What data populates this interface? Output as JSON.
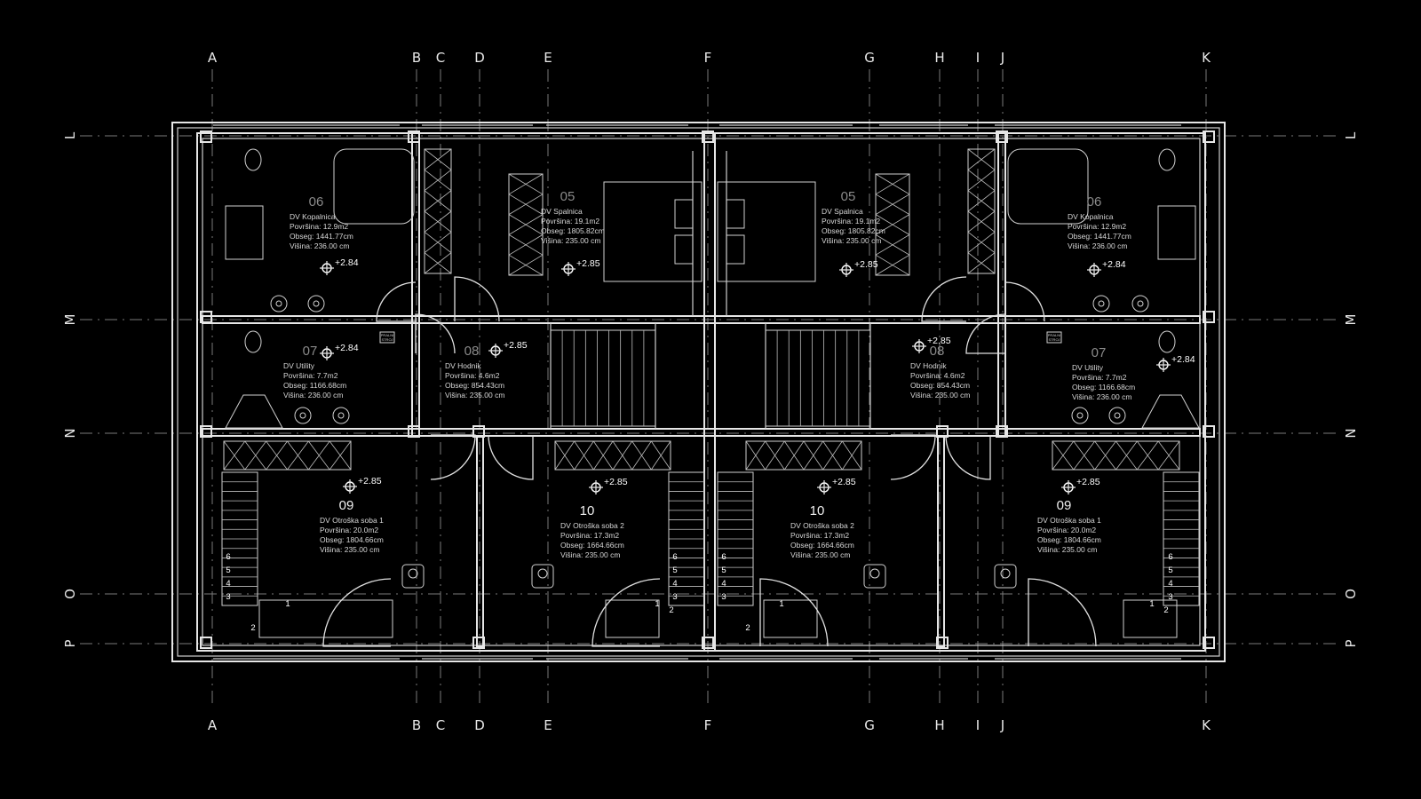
{
  "grid_labels": {
    "columns": [
      "A",
      "B",
      "C",
      "D",
      "E",
      "F",
      "G",
      "H",
      "I",
      "J",
      "K"
    ],
    "rows": [
      "L",
      "M",
      "N",
      "O",
      "P"
    ]
  },
  "rooms": [
    {
      "num": "06",
      "name": "DV Kopalnica",
      "area": "Površina: 12.9m2",
      "perimeter": "Obseg: 1441.77cm",
      "height": "Višina: 236.00 cm",
      "level": "+2.84",
      "dim": true
    },
    {
      "num": "05",
      "name": "DV Spalnica",
      "area": "Površina: 19.1m2",
      "perimeter": "Obseg: 1805.82cm",
      "height": "Višina: 235.00 cm",
      "level": "+2.85",
      "dim": true
    },
    {
      "num": "05",
      "name": "DV Spalnica",
      "area": "Površina: 19.1m2",
      "perimeter": "Obseg: 1805.82cm",
      "height": "Višina: 235.00 cm",
      "level": "+2.85",
      "dim": true
    },
    {
      "num": "06",
      "name": "DV Kopalnica",
      "area": "Površina: 12.9m2",
      "perimeter": "Obseg: 1441.77cm",
      "height": "Višina: 236.00 cm",
      "level": "+2.84",
      "dim": true
    },
    {
      "num": "07",
      "name": "DV Utility",
      "area": "Površina: 7.7m2",
      "perimeter": "Obseg: 1166.68cm",
      "height": "Višina: 236.00 cm",
      "level": "+2.84",
      "dim": true
    },
    {
      "num": "08",
      "name": "DV Hodnik",
      "area": "Površina: 4.6m2",
      "perimeter": "Obseg: 854.43cm",
      "height": "Višina: 235.00 cm",
      "level": "+2.85",
      "dim": true
    },
    {
      "num": "08",
      "name": "DV Hodnik",
      "area": "Površina: 4.6m2",
      "perimeter": "Obseg: 854.43cm",
      "height": "Višina: 235.00 cm",
      "level": "+2.85",
      "dim": true
    },
    {
      "num": "07",
      "name": "DV Utility",
      "area": "Površina: 7.7m2",
      "perimeter": "Obseg: 1166.68cm",
      "height": "Višina: 236.00 cm",
      "level": "+2.84",
      "dim": true
    },
    {
      "num": "09",
      "name": "DV Otroška soba 1",
      "area": "Površina: 20.0m2",
      "perimeter": "Obseg: 1804.66cm",
      "height": "Višina: 235.00 cm",
      "level": "+2.85",
      "dim": false
    },
    {
      "num": "10",
      "name": "DV Otroška soba 2",
      "area": "Površina: 17.3m2",
      "perimeter": "Obseg: 1664.66cm",
      "height": "Višina: 235.00 cm",
      "level": "+2.85",
      "dim": false
    },
    {
      "num": "10",
      "name": "DV Otroška soba 2",
      "area": "Površina: 17.3m2",
      "perimeter": "Obseg: 1664.66cm",
      "height": "Višina: 235.00 cm",
      "level": "+2.85",
      "dim": false
    },
    {
      "num": "09",
      "name": "DV Otroška soba 1",
      "area": "Površina: 20.0m2",
      "perimeter": "Obseg: 1804.66cm",
      "height": "Višina: 235.00 cm",
      "level": "+2.85",
      "dim": false
    }
  ],
  "stair_steps": [
    "6",
    "5",
    "4",
    "3"
  ],
  "furniture_marks": [
    "1",
    "2"
  ],
  "appliance_label": [
    "PRALNI",
    "STROJ"
  ],
  "colors": {
    "background": "#000000",
    "lines": "#e6e6e6",
    "grid": "#7a7a7a"
  }
}
